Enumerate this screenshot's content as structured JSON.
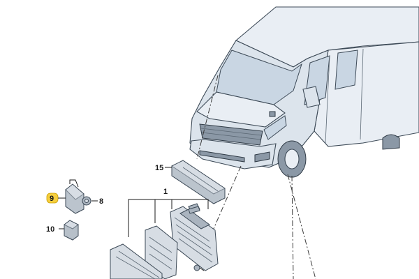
{
  "callouts": [
    {
      "id": "c1",
      "text": "1"
    },
    {
      "id": "c8",
      "text": "8"
    },
    {
      "id": "c9",
      "text": "9",
      "highlight": "#f6cf3e"
    },
    {
      "id": "c10",
      "text": "10"
    },
    {
      "id": "c15",
      "text": "15"
    }
  ]
}
